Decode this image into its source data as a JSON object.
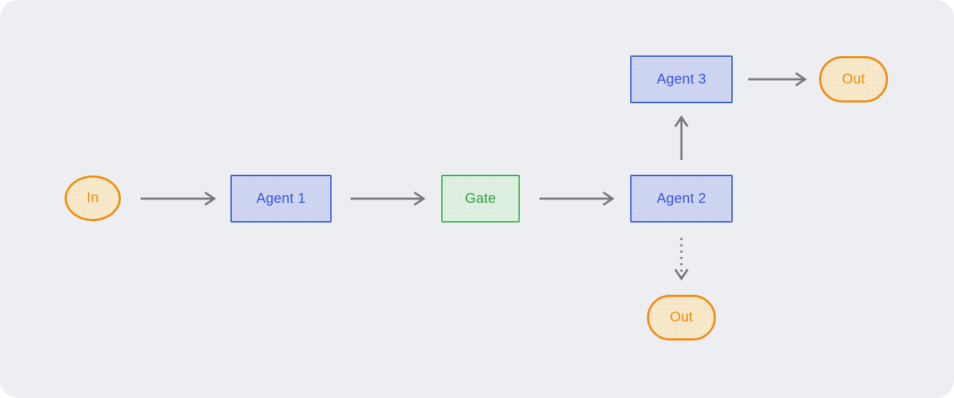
{
  "diagram": {
    "title": "agent-handoff-flow",
    "background": "#eceef2",
    "page_background": "#ffffff",
    "arrow_color": "#76787d",
    "palettes": {
      "blue": {
        "border": "#3b5bdb",
        "fill": "#cdd5f1",
        "text": "#3a55d9"
      },
      "green": {
        "border": "#37b24d",
        "fill": "#def0e2",
        "text": "#2f9e44"
      },
      "orange": {
        "border": "#f08c0e",
        "fill": "#f6e8c8",
        "text": "#f08c0e"
      }
    },
    "nodes": [
      {
        "id": "in",
        "label": "In",
        "shape": "ellipse",
        "palette": "orange"
      },
      {
        "id": "agent1",
        "label": "Agent 1",
        "shape": "rectangle",
        "palette": "blue"
      },
      {
        "id": "gate",
        "label": "Gate",
        "shape": "rectangle",
        "palette": "green"
      },
      {
        "id": "agent2",
        "label": "Agent 2",
        "shape": "rectangle",
        "palette": "blue"
      },
      {
        "id": "agent3",
        "label": "Agent 3",
        "shape": "rectangle",
        "palette": "blue"
      },
      {
        "id": "out-top",
        "label": "Out",
        "shape": "pill",
        "palette": "orange"
      },
      {
        "id": "out-bottom",
        "label": "Out",
        "shape": "pill",
        "palette": "orange"
      }
    ],
    "edges": [
      {
        "from": "in",
        "to": "agent1",
        "style": "solid",
        "points": [
          200,
          283,
          305,
          283
        ]
      },
      {
        "from": "agent1",
        "to": "gate",
        "style": "solid",
        "points": [
          499,
          283,
          603,
          283
        ]
      },
      {
        "from": "gate",
        "to": "agent2",
        "style": "solid",
        "points": [
          768,
          283,
          872,
          283
        ]
      },
      {
        "from": "agent2",
        "to": "agent3",
        "style": "solid",
        "points": [
          970,
          228,
          970,
          167
        ]
      },
      {
        "from": "agent3",
        "to": "out-top",
        "style": "solid",
        "points": [
          1065,
          113,
          1146,
          113
        ]
      },
      {
        "from": "agent2",
        "to": "out-bottom",
        "style": "dashed",
        "points": [
          970,
          339,
          970,
          397
        ]
      }
    ]
  }
}
